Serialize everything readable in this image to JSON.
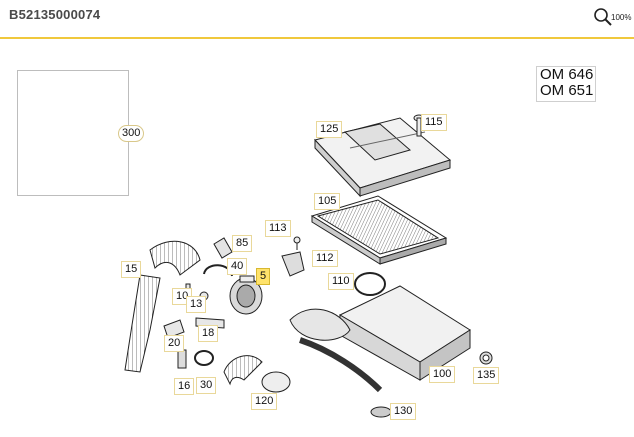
{
  "header": {
    "title": "B52135000074",
    "zoom_label": "100%"
  },
  "engines": [
    "OM 646",
    "OM 651"
  ],
  "callouts": [
    {
      "id": "300",
      "label": "300"
    },
    {
      "id": "125",
      "label": "125"
    },
    {
      "id": "115",
      "label": "115"
    },
    {
      "id": "105",
      "label": "105"
    },
    {
      "id": "113",
      "label": "113"
    },
    {
      "id": "85",
      "label": "85"
    },
    {
      "id": "112",
      "label": "112"
    },
    {
      "id": "15",
      "label": "15"
    },
    {
      "id": "40",
      "label": "40"
    },
    {
      "id": "5",
      "label": "5"
    },
    {
      "id": "110",
      "label": "110"
    },
    {
      "id": "10",
      "label": "10"
    },
    {
      "id": "13",
      "label": "13"
    },
    {
      "id": "18",
      "label": "18"
    },
    {
      "id": "20",
      "label": "20"
    },
    {
      "id": "16",
      "label": "16"
    },
    {
      "id": "30",
      "label": "30"
    },
    {
      "id": "100",
      "label": "100"
    },
    {
      "id": "135",
      "label": "135"
    },
    {
      "id": "120",
      "label": "120"
    },
    {
      "id": "130",
      "label": "130"
    }
  ],
  "selected_callout": "5"
}
